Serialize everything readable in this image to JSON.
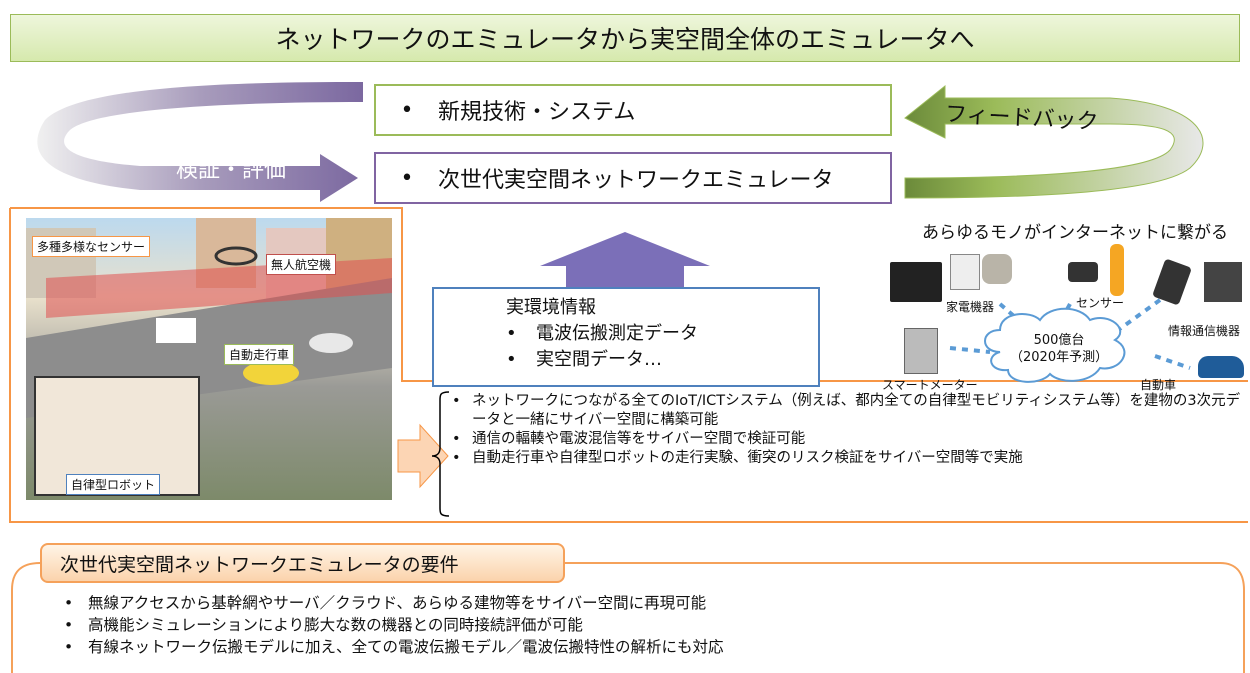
{
  "banner": {
    "title": "ネットワークのエミュレータから実空間全体のエミュレータへ"
  },
  "bullet_char": "•",
  "boxes": {
    "new_tech": "新規技術・システム",
    "emulator": "次世代実空間ネットワークエミュレータ"
  },
  "arrows": {
    "verify": "検証・評価",
    "feedback": "フィードバック"
  },
  "scene": {
    "sensors": "多種多様なセンサー",
    "drone": "無人航空機",
    "car": "自動走行車",
    "robot": "自律型ロボット"
  },
  "env": {
    "title": "実環境情報",
    "items": [
      "電波伝搬測定データ",
      "実空間データ…"
    ]
  },
  "iot": {
    "title": "あらゆるモノがインターネットに繋がる",
    "appliances": "家電機器",
    "sensor": "センサー",
    "ict": "情報通信機器",
    "meter": "スマートメーター",
    "car": "自動車",
    "cloud_line1": "500億台",
    "cloud_line2": "（2020年予測）"
  },
  "summary": [
    "ネットワークにつながる全てのIoT/ICTシステム（例えば、都内全ての自律型モビリティシステム等）を建物の3次元データと一緒にサイバー空間に構築可能",
    "通信の輻輳や電波混信等をサイバー空間で検証可能",
    "自動走行車や自律型ロボットの走行実験、衝突のリスク検証をサイバー空間等で実施"
  ],
  "requirements": {
    "title": "次世代実空間ネットワークエミュレータの要件",
    "items": [
      "無線アクセスから基幹網やサーバ／クラウド、あらゆる建物等をサイバー空間に再現可能",
      "高機能シミュレーションにより膨大な数の機器との同時接続評価が可能",
      "有線ネットワーク伝搬モデルに加え、全ての電波伝搬モデル／電波伝搬特性の解析にも対応"
    ]
  },
  "colors": {
    "green_border": "#9bbb59",
    "purple": "#8064a2",
    "orange": "#f79646",
    "blue": "#4f81bd"
  }
}
